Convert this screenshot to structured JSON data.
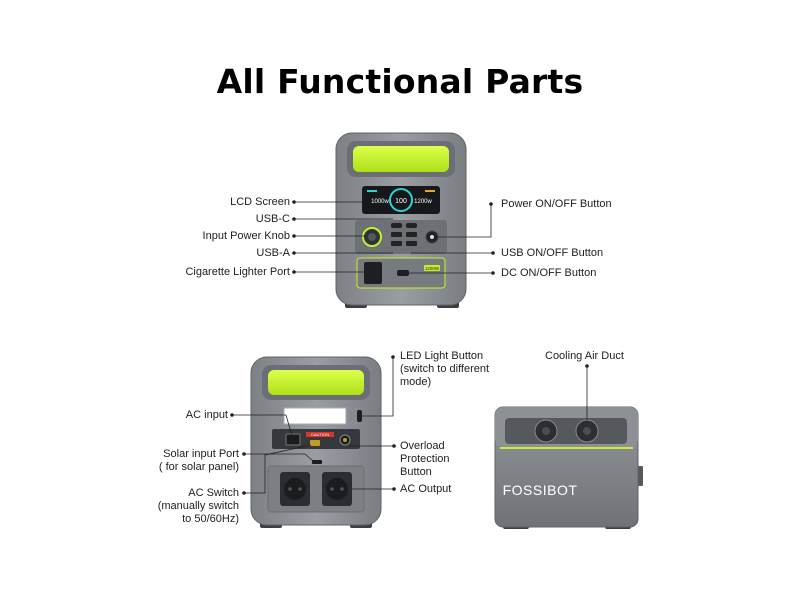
{
  "title": "All Functional Parts",
  "front_view": {
    "screen": {
      "left_value": "1000w",
      "center_value": "100",
      "right_value": "1200w"
    },
    "panel_badge": "1200W",
    "labels_left": [
      "LCD Screen",
      "USB-C",
      "Input Power Knob",
      "USB-A",
      "Cigarette Lighter Port"
    ],
    "labels_right": [
      "Power ON/OFF Button",
      "USB ON/OFF Button",
      "DC ON/OFF Button"
    ]
  },
  "back_view": {
    "caution_text": "CAUTION",
    "labels_left": [
      "AC input",
      "Solar input Port\n( for solar panel)",
      "AC Switch\n(manually switch\nto 50/60Hz)"
    ],
    "labels_right": [
      "LED Light Button\n(switch to different\nmode)",
      "Overload\nProtection\nButton",
      "AC Output"
    ]
  },
  "side_view": {
    "brand": "FOSSIBOT",
    "label_top": "Cooling Air Duct"
  },
  "colors": {
    "lime": "#c8f02a",
    "body_gray": "#8a8f94",
    "dark_panel": "#2a2d31"
  }
}
